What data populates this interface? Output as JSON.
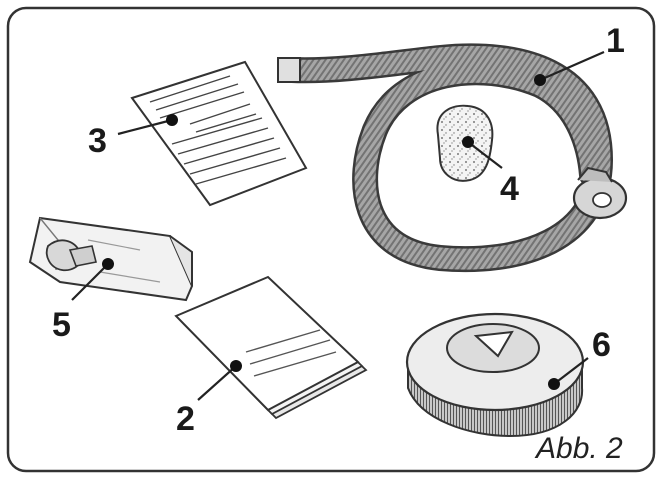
{
  "figure": {
    "caption": "Abb. 2",
    "callouts": [
      {
        "id": "hose",
        "number": "1"
      },
      {
        "id": "manual",
        "number": "2"
      },
      {
        "id": "leaflet",
        "number": "3"
      },
      {
        "id": "sponge",
        "number": "4"
      },
      {
        "id": "bag",
        "number": "5"
      },
      {
        "id": "brush",
        "number": "6"
      }
    ],
    "colors": {
      "frame": "#333333",
      "hose_fill": "#9a9a9a",
      "hose_ribs": "#6e6e6e",
      "line": "#222222",
      "paper": "#ffffff"
    }
  }
}
